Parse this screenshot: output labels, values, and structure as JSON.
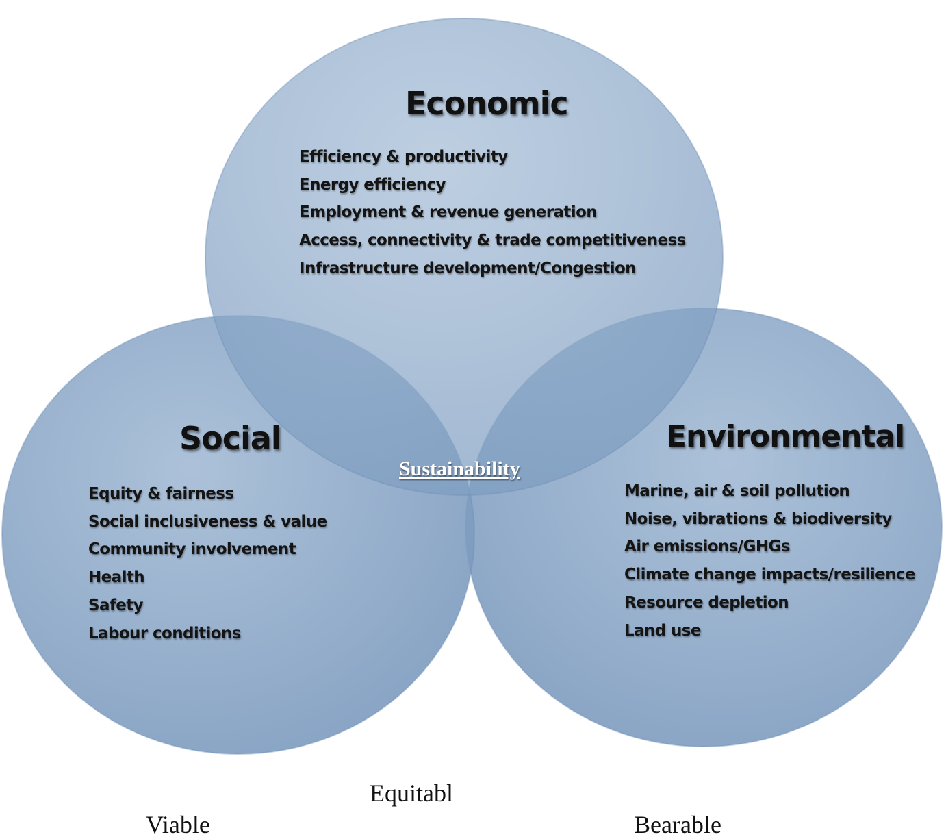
{
  "economic": {
    "title": "Economic",
    "items": [
      "Efficiency & productivity",
      "Energy efficiency",
      "Employment & revenue generation",
      "Access, connectivity & trade competitiveness",
      "Infrastructure development/Congestion"
    ]
  },
  "social": {
    "title": "Social",
    "items": [
      "Equity & fairness",
      "Social inclusiveness & value",
      "Community involvement",
      "Health",
      "Safety",
      "Labour conditions"
    ]
  },
  "environmental": {
    "title": "Environmental",
    "items": [
      "Marine, air & soil pollution",
      "Noise, vibrations & biodiversity",
      "Air emissions/GHGs",
      "Climate change impacts/resilience",
      "Resource depletion",
      "Land use"
    ]
  },
  "center_label": "Sustainability",
  "captions": {
    "equitable": "Equitabl",
    "viable": "Viable",
    "bearable": "Bearable"
  },
  "colors": {
    "circle_light": "#9fb7d3",
    "circle_dark": "#7394b8",
    "background": "#ffffff"
  }
}
